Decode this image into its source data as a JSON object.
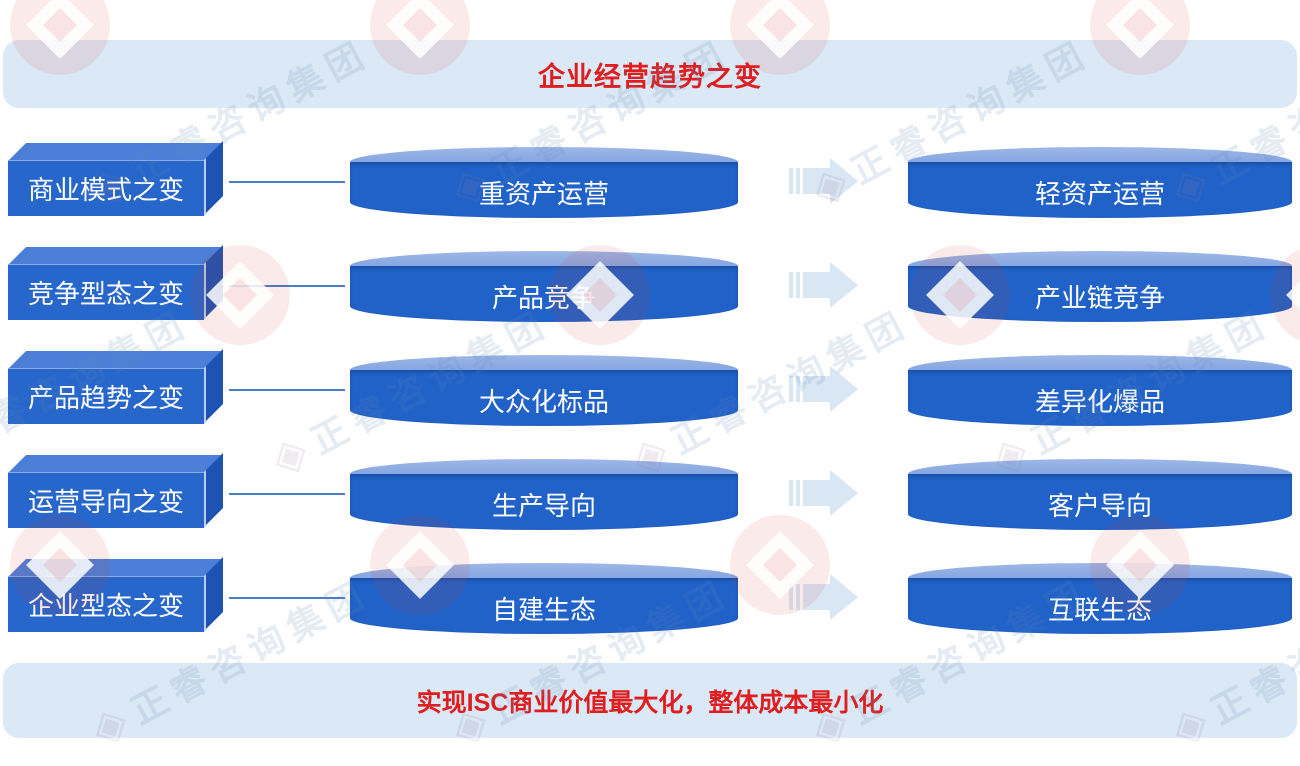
{
  "title_banner": {
    "text": "企业经营趋势之变"
  },
  "bottom_banner": {
    "text": "实现ISC商业价值最大化，整体成本最小化"
  },
  "rows": [
    {
      "label": "商业模式之变",
      "from": "重资产运营",
      "to": "轻资产运营"
    },
    {
      "label": "竞争型态之变",
      "from": "产品竞争",
      "to": "产业链竞争"
    },
    {
      "label": "产品趋势之变",
      "from": "大众化标品",
      "to": "差异化爆品"
    },
    {
      "label": "运营导向之变",
      "from": "生产导向",
      "to": "客户导向"
    },
    {
      "label": "企业型态之变",
      "from": "自建生态",
      "to": "互联生态"
    }
  ],
  "watermark": {
    "text": "正睿咨询集团"
  },
  "colors": {
    "banner_bg": "#dbe8f5",
    "accent_red": "#df1f1f",
    "box_front": "#2766cb",
    "box_top": "#4c80d8",
    "box_side": "#1d53b2",
    "cylinder_body": "#2162c8",
    "cylinder_top": "#84a5e0",
    "connector_line": "#4a7cc9",
    "arrow_fill": "#d9e7f5",
    "text_on_shapes": "#ffffff"
  }
}
